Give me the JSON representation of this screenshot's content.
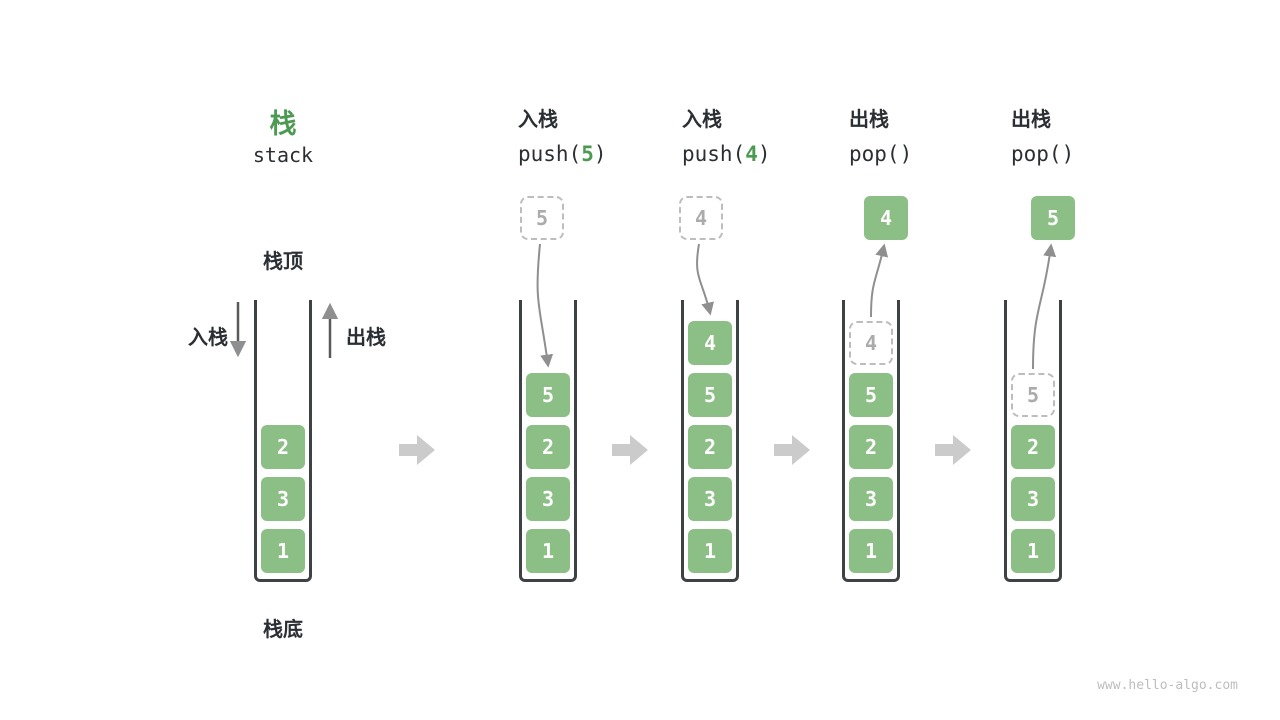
{
  "meta": {
    "watermark": "www.hello-algo.com"
  },
  "title": {
    "zh": "栈",
    "en": "stack"
  },
  "annotations": {
    "stack_top": "栈顶",
    "stack_bottom": "栈底",
    "push": "入栈",
    "pop": "出栈"
  },
  "colors": {
    "box_green": "#8CBF85",
    "accent_green": "#4C9A52",
    "arrow_gray": "#8F8F8F",
    "block_arrow_gray": "#CBCBCB",
    "dashed_border_gray": "#BDBDBD",
    "dashed_text_gray": "#ABABAB",
    "text_dark": "#2F3437"
  },
  "steps": [
    {
      "id": "initial",
      "header": null,
      "stack": [
        {
          "value": "2",
          "style": "solid"
        },
        {
          "value": "3",
          "style": "solid"
        },
        {
          "value": "1",
          "style": "solid"
        }
      ],
      "floating": null,
      "arrow": null
    },
    {
      "id": "push-5",
      "header": {
        "op": "入栈",
        "code_pre": "push(",
        "arg": "5",
        "code_post": ")"
      },
      "stack": [
        {
          "value": "5",
          "style": "solid"
        },
        {
          "value": "2",
          "style": "solid"
        },
        {
          "value": "3",
          "style": "solid"
        },
        {
          "value": "1",
          "style": "solid"
        }
      ],
      "floating": {
        "value": "5",
        "style": "dashed"
      },
      "arrow": "push"
    },
    {
      "id": "push-4",
      "header": {
        "op": "入栈",
        "code_pre": "push(",
        "arg": "4",
        "code_post": ")"
      },
      "stack": [
        {
          "value": "4",
          "style": "solid"
        },
        {
          "value": "5",
          "style": "solid"
        },
        {
          "value": "2",
          "style": "solid"
        },
        {
          "value": "3",
          "style": "solid"
        },
        {
          "value": "1",
          "style": "solid"
        }
      ],
      "floating": {
        "value": "4",
        "style": "dashed"
      },
      "arrow": "push"
    },
    {
      "id": "pop-4",
      "header": {
        "op": "出栈",
        "code_pre": "pop(",
        "arg": "",
        "code_post": ")"
      },
      "stack": [
        {
          "value": "4",
          "style": "dashed"
        },
        {
          "value": "5",
          "style": "solid"
        },
        {
          "value": "2",
          "style": "solid"
        },
        {
          "value": "3",
          "style": "solid"
        },
        {
          "value": "1",
          "style": "solid"
        }
      ],
      "floating": {
        "value": "4",
        "style": "solid"
      },
      "arrow": "pop"
    },
    {
      "id": "pop-5",
      "header": {
        "op": "出栈",
        "code_pre": "pop(",
        "arg": "",
        "code_post": ")"
      },
      "stack": [
        {
          "value": "5",
          "style": "dashed"
        },
        {
          "value": "2",
          "style": "solid"
        },
        {
          "value": "3",
          "style": "solid"
        },
        {
          "value": "1",
          "style": "solid"
        }
      ],
      "floating": {
        "value": "5",
        "style": "solid"
      },
      "arrow": "pop"
    }
  ]
}
